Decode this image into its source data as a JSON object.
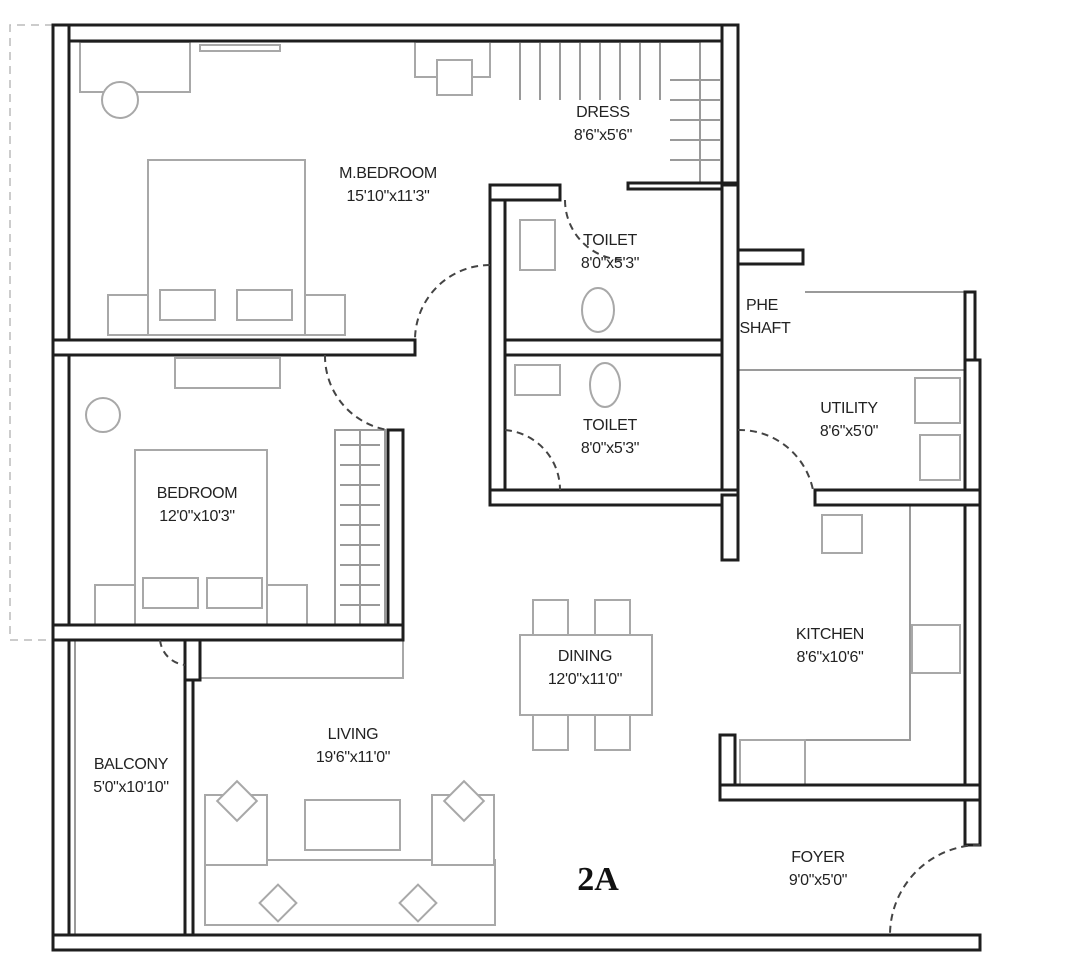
{
  "plan": {
    "unit_label": "2A",
    "rooms": [
      {
        "name": "DRESS",
        "size": "8'6\"x5'6\""
      },
      {
        "name": "M.BEDROOM",
        "size": "15'10\"x11'3\""
      },
      {
        "name": "TOILET",
        "size": "8'0\"x5'3\""
      },
      {
        "name": "PHE",
        "size": "SHAFT"
      },
      {
        "name": "TOILET",
        "size": "8'0\"x5'3\""
      },
      {
        "name": "UTILITY",
        "size": "8'6\"x5'0\""
      },
      {
        "name": "BEDROOM",
        "size": "12'0\"x10'3\""
      },
      {
        "name": "DINING",
        "size": "12'0\"x11'0\""
      },
      {
        "name": "KITCHEN",
        "size": "8'6\"x10'6\""
      },
      {
        "name": "LIVING",
        "size": "19'6\"x11'0\""
      },
      {
        "name": "BALCONY",
        "size": "5'0\"x10'10\""
      },
      {
        "name": "FOYER",
        "size": "9'0\"x5'0\""
      }
    ]
  }
}
